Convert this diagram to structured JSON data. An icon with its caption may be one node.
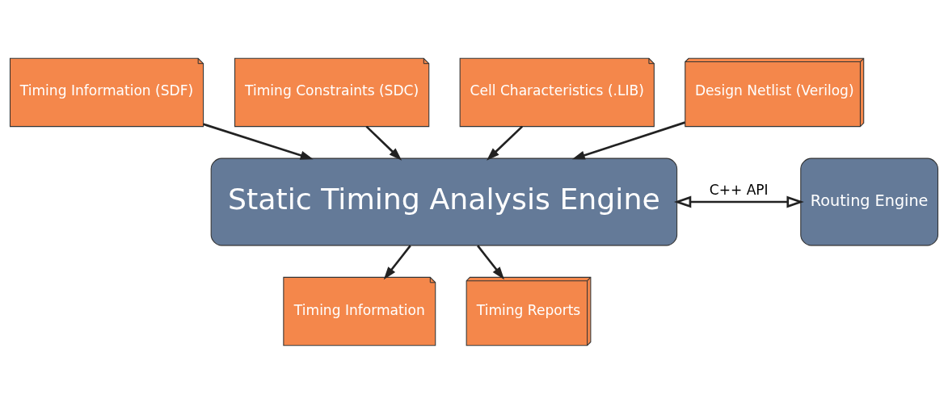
{
  "diagram": {
    "nodes": [
      {
        "text": [
          "Timing Information (SDF)"
        ]
      },
      {
        "text": [
          "Timing Constraints (SDC)"
        ]
      },
      {
        "text": [
          "Cell Characteristics (.LIB)"
        ]
      },
      {
        "text": [
          "Design Netlist (Verilog)"
        ]
      },
      {
        "text": [
          "Static Timing Analysis Engine"
        ]
      },
      {
        "text": [
          "Routing Engine"
        ]
      },
      {
        "text": [
          "Timing Information"
        ]
      },
      {
        "text": [
          "Timing Reports"
        ]
      }
    ],
    "edges": [
      {
        "from": 0,
        "to": 4,
        "arrow": "to"
      },
      {
        "from": 1,
        "to": 4,
        "arrow": "to"
      },
      {
        "from": 2,
        "to": 4,
        "arrow": "to"
      },
      {
        "from": 3,
        "to": 4,
        "arrow": "to"
      },
      {
        "from": 4,
        "to": 5,
        "arrow": "both",
        "label": "C++ API"
      },
      {
        "from": 4,
        "to": 6,
        "arrow": "to"
      },
      {
        "from": 4,
        "to": 7,
        "arrow": "to"
      }
    ]
  }
}
